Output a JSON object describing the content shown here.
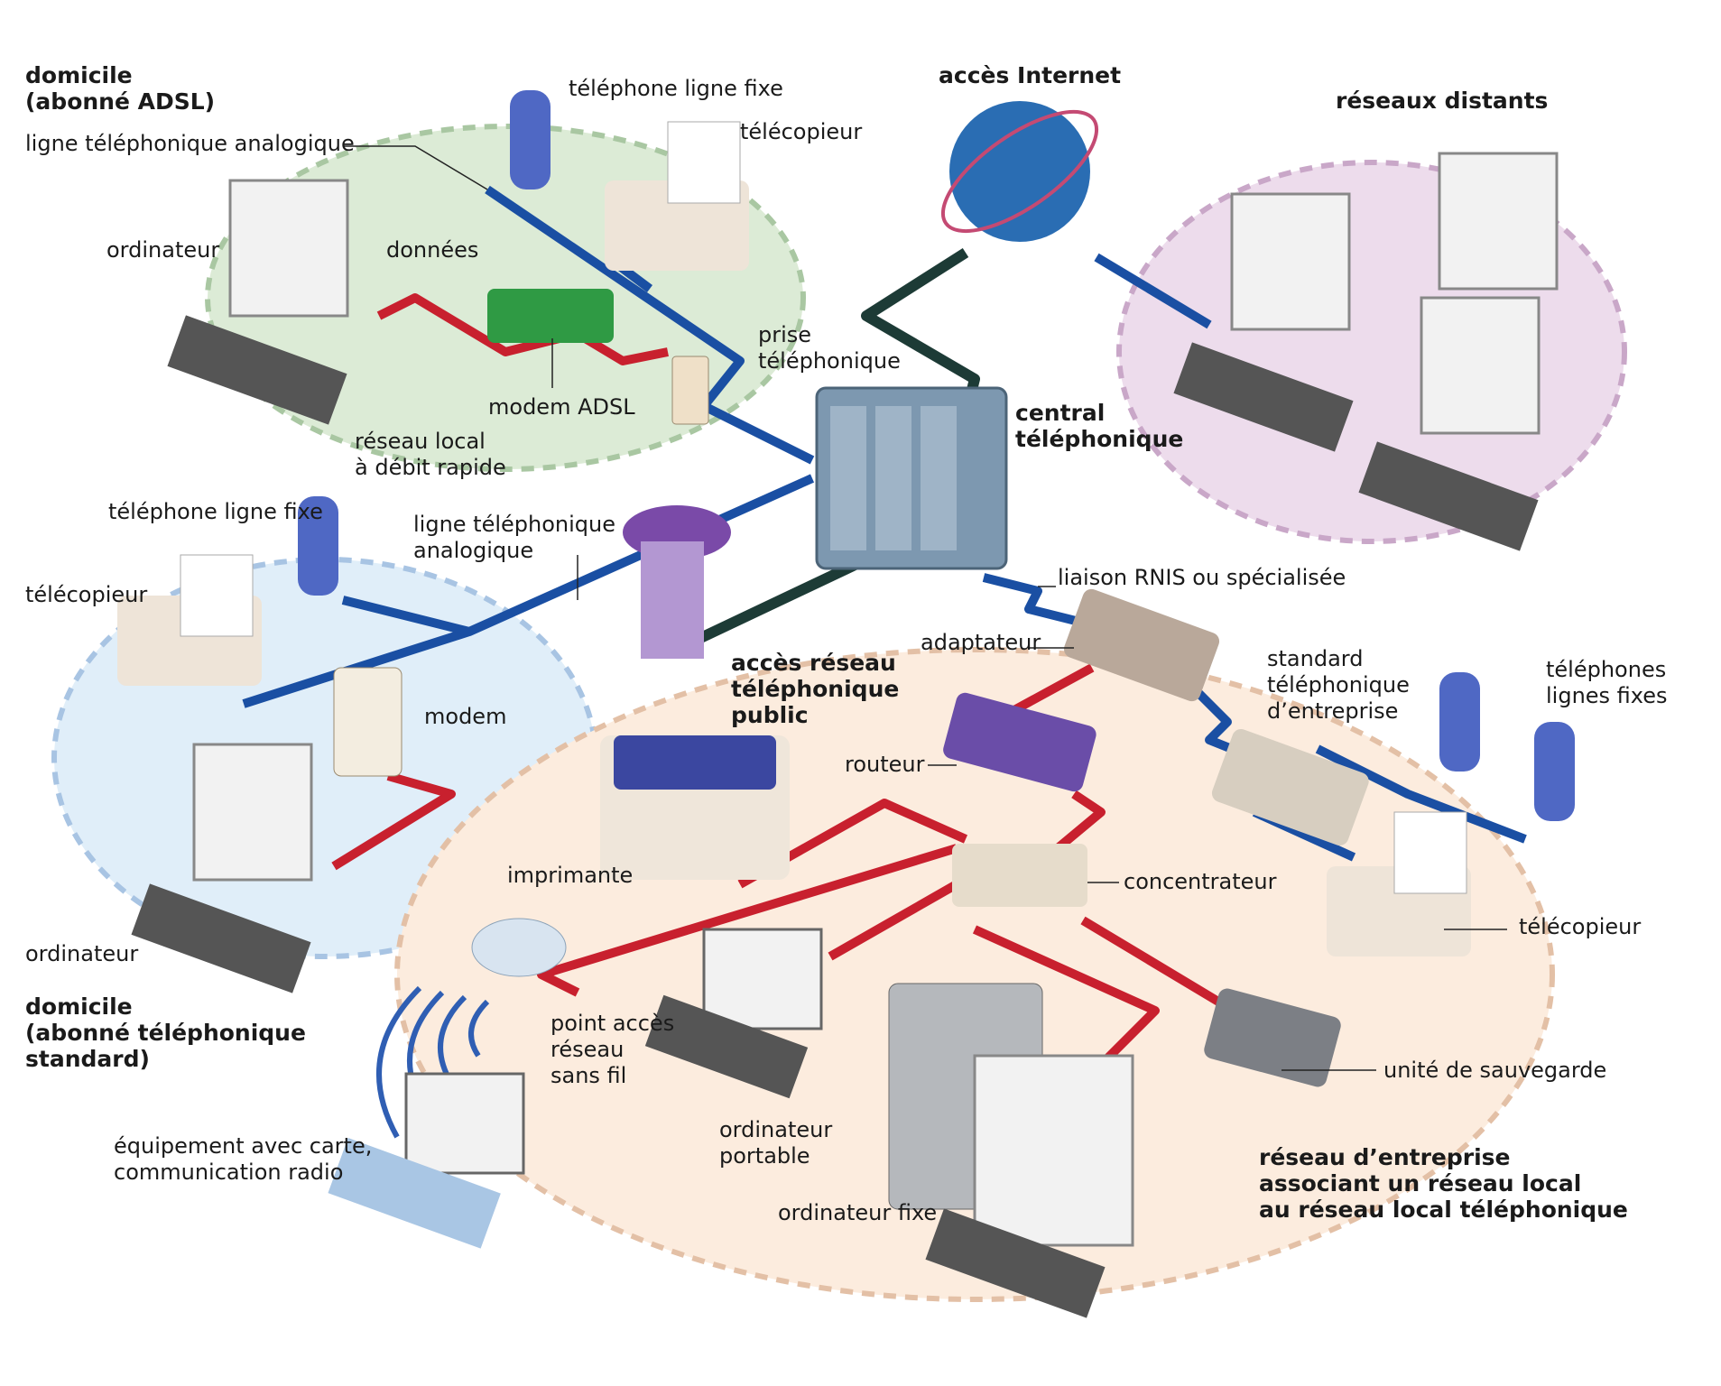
{
  "diagram": {
    "title": "",
    "zones": {
      "adsl_home": {
        "title": "domicile\n(abonné ADSL)",
        "color": "#d8ead3",
        "labels": {
          "analog_line": "ligne téléphonique analogique",
          "fixed_phone": "téléphone ligne fixe",
          "fax": "télécopieur",
          "computer": "ordinateur",
          "data": "données",
          "adsl_modem": "modem ADSL",
          "phone_jack": "prise\ntéléphonique",
          "fast_lan": "réseau local\nà débit rapide"
        }
      },
      "internet": {
        "title": "accès Internet"
      },
      "remote_networks": {
        "title": "réseaux distants",
        "color": "#ead9ea"
      },
      "exchange": {
        "title": "central\ntéléphonique",
        "isdn_link": "liaison RNIS ou spécialisée",
        "public_access": "accès réseau\ntéléphonique\npublic"
      },
      "standard_home": {
        "title": "domicile\n(abonné téléphonique\nstandard)",
        "color": "#dcebf7",
        "labels": {
          "fixed_phone": "téléphone ligne fixe",
          "analog_line": "ligne téléphonique\nanalogique",
          "fax": "télécopieur",
          "modem": "modem",
          "computer": "ordinateur"
        }
      },
      "enterprise": {
        "title": "réseau d’entreprise\nassociant un réseau local\nau réseau local téléphonique",
        "color": "#fbe9d9",
        "labels": {
          "adapter": "adaptateur",
          "pbx": "standard\ntéléphonique\nd’entreprise",
          "fixed_phones": "téléphones\nlignes fixes",
          "router": "routeur",
          "printer": "imprimante",
          "hub": "concentrateur",
          "fax": "télécopieur",
          "wifi_ap": "point accès\nréseau\nsans fil",
          "laptop": "ordinateur\nportable",
          "backup": "unité de sauvegarde",
          "wireless_device": "équipement avec carte,\ncommunication radio",
          "desktop": "ordinateur fixe"
        }
      }
    },
    "colors": {
      "phone_line": "#1a4fa3",
      "data_line": "#c8202e",
      "exchange_line": "#1d3b36"
    }
  }
}
